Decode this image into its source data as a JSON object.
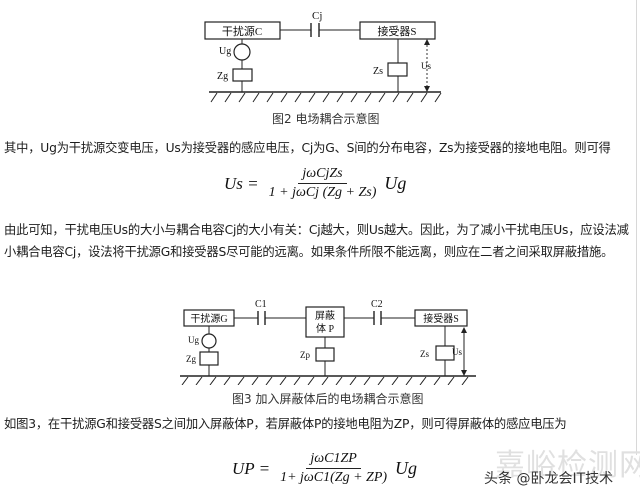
{
  "figure2": {
    "source_label": "干扰源C",
    "receiver_label": "接受器S",
    "capacitor_label": "Cj",
    "ug_label": "Ug",
    "zg_label": "Zg",
    "zs_label": "Zs",
    "us_label": "Us",
    "caption": "图2 电场耦合示意图"
  },
  "paragraph1": "其中，Ug为干扰源交变电压，Us为接受器的感应电压，Cj为G、S间的分布电容，Zs为接受器的接地电阻。则可得",
  "formula1": {
    "lhs": "Us =",
    "numerator": "jωCjZs",
    "denominator": "1 + jωCj (Zg + Zs)",
    "rhs": "Ug"
  },
  "paragraph2": "由此可知，干扰电压Us的大小与耦合电容Cj的大小有关：Cj越大，则Us越大。因此，为了减小干扰电压Us，应设法减小耦合电容Cj，设法将干扰源G和接受器S尽可能的远离。如果条件所限不能远离，则应在二者之间采取屏蔽措施。",
  "figure3": {
    "source_label": "干扰源G",
    "shield_label_line1": "屏蔽",
    "shield_label_line2": "体 P",
    "receiver_label": "接受器S",
    "c1_label": "C1",
    "c2_label": "C2",
    "ug_label": "Ug",
    "zg_label": "Zg",
    "zp_label": "Zp",
    "zs_label": "Zs",
    "us_label": "Us",
    "caption": "图3 加入屏蔽体后的电场耦合示意图"
  },
  "paragraph3": "如图3，在干扰源G和接受器S之间加入屏蔽体P，若屏蔽体P的接地电阻为ZP，则可得屏蔽体的感应电压为",
  "formula2": {
    "lhs": "UP =",
    "numerator": "jωC1ZP",
    "denominator": "1+ jωC1(Zg + ZP)",
    "rhs": "Ug"
  },
  "watermarks": {
    "site": "嘉峪检测网",
    "author": "头条 @卧龙会IT技术"
  }
}
